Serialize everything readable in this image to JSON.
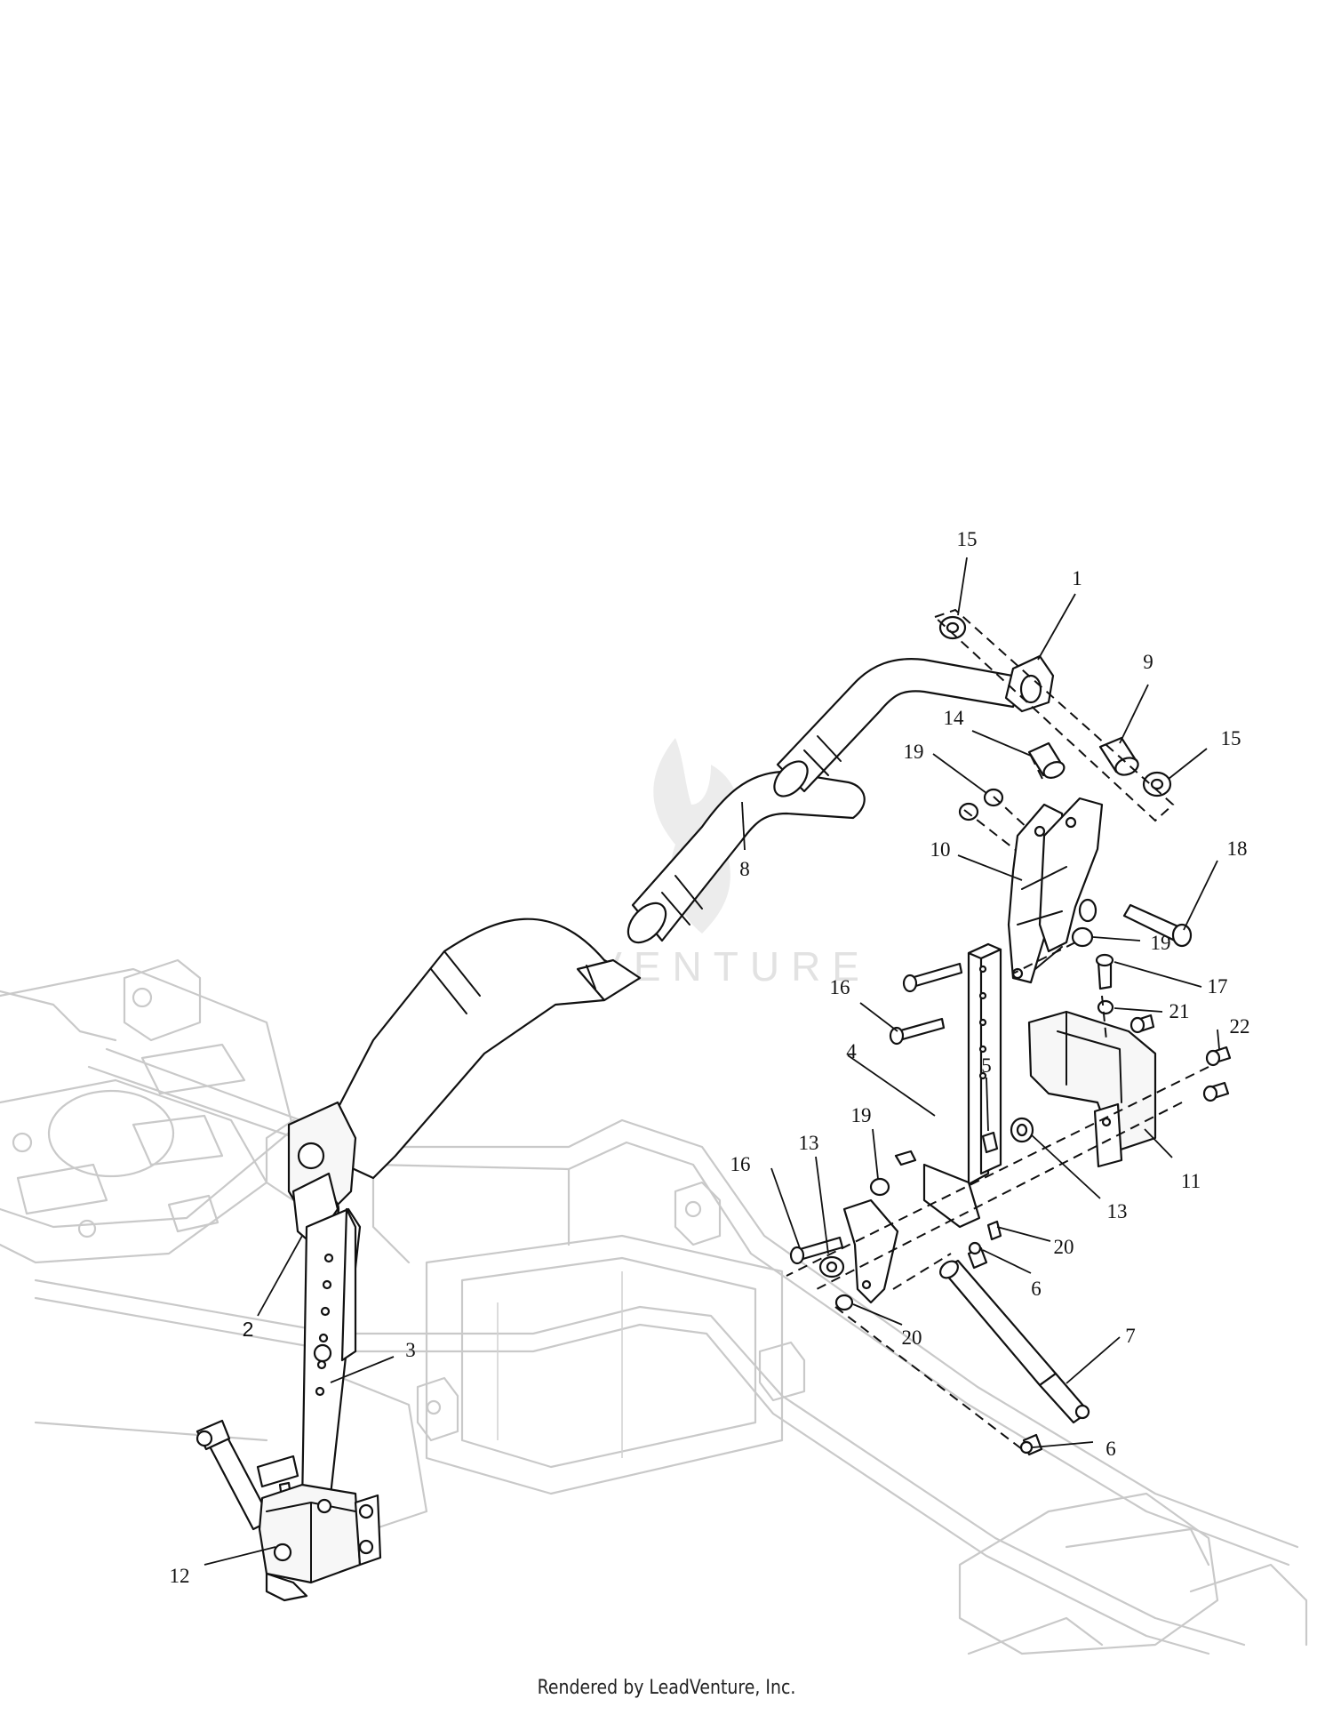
{
  "watermark": "LEADVENTURE",
  "footer": "Rendered by LeadVenture, Inc.",
  "callouts": [
    {
      "id": "c15a",
      "label": "15"
    },
    {
      "id": "c1",
      "label": "1"
    },
    {
      "id": "c9",
      "label": "9"
    },
    {
      "id": "c14",
      "label": "14"
    },
    {
      "id": "c15b",
      "label": "15"
    },
    {
      "id": "c19a",
      "label": "19"
    },
    {
      "id": "c10",
      "label": "10"
    },
    {
      "id": "c18",
      "label": "18"
    },
    {
      "id": "c8",
      "label": "8"
    },
    {
      "id": "c19b",
      "label": "19"
    },
    {
      "id": "c17",
      "label": "17"
    },
    {
      "id": "c16a",
      "label": "16"
    },
    {
      "id": "c21",
      "label": "21"
    },
    {
      "id": "c22",
      "label": "22"
    },
    {
      "id": "c4",
      "label": "4"
    },
    {
      "id": "c5",
      "label": "5"
    },
    {
      "id": "c19c",
      "label": "19"
    },
    {
      "id": "c13a",
      "label": "13"
    },
    {
      "id": "c16b",
      "label": "16"
    },
    {
      "id": "c11",
      "label": "11"
    },
    {
      "id": "c13b",
      "label": "13"
    },
    {
      "id": "c20a",
      "label": "20"
    },
    {
      "id": "c6a",
      "label": "6"
    },
    {
      "id": "c2",
      "label": "2"
    },
    {
      "id": "c20b",
      "label": "20"
    },
    {
      "id": "c3",
      "label": "3"
    },
    {
      "id": "c7",
      "label": "7"
    },
    {
      "id": "c6b",
      "label": "6"
    },
    {
      "id": "c12",
      "label": "12"
    }
  ]
}
